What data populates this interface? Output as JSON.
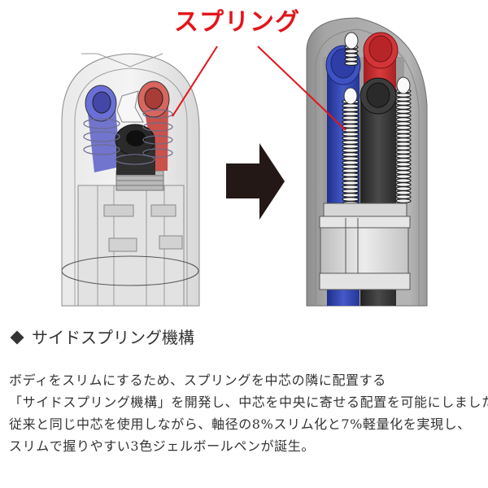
{
  "figure": {
    "callout_label": "スプリング",
    "callout_color": "#e3141b",
    "before_image": {
      "name": "conventional-pen-cutaway",
      "refill_colors": [
        "#5b5fc7",
        "#c9524c",
        "#1d1d1d"
      ]
    },
    "arrow_icon": "right-arrow-icon",
    "after_image": {
      "name": "side-spring-pen-cutaway",
      "refill_colors": [
        "#3447b6",
        "#cc2f32",
        "#3a3a3a"
      ]
    }
  },
  "section": {
    "bullet_icon": "diamond-icon",
    "heading": "サイドスプリング機構",
    "paragraph_lines": [
      "ボディをスリムにするため、スプリングを中芯の隣に配置する",
      "「サイドスプリング機構」を開発し、中芯を中央に寄せる配置を可能にしました。",
      "従来と同じ中芯を使用しながら、軸径の8%スリム化と7%軽量化を実現し、",
      "スリムで握りやすい3色ジェルボールペンが誕生。"
    ]
  }
}
